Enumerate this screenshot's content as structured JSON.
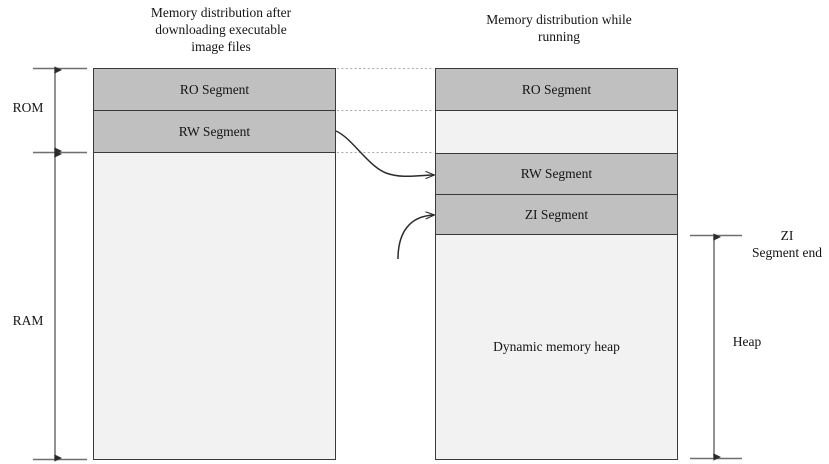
{
  "diagram": {
    "title_left": "Memory distribution after\ndownloading executable\nimage files",
    "title_right": "Memory distribution while\nrunning",
    "colors": {
      "segment_fill": "#c0c0c0",
      "free_fill": "#f2f2f2",
      "outline": "#3a3a3a",
      "connector": "#9a9a9a",
      "arrow": "#3a3a3a",
      "text": "#141414",
      "background": "#ffffff"
    },
    "left_column": {
      "name": "memory distribution after downloading executable image files",
      "segments": [
        {
          "label": "RO Segment",
          "filled": true
        },
        {
          "label": "RW Segment",
          "filled": true
        },
        {
          "label": "",
          "filled": false
        }
      ]
    },
    "right_column": {
      "name": "memory distribution while running",
      "segments": [
        {
          "label": "RO Segment",
          "filled": true
        },
        {
          "label": "",
          "filled": false
        },
        {
          "label": "RW Segment",
          "filled": true
        },
        {
          "label": "ZI Segment",
          "filled": true
        },
        {
          "label": "Dynamic memory heap",
          "filled": false
        }
      ]
    },
    "left_dimensions": [
      {
        "label": "ROM"
      },
      {
        "label": "RAM"
      }
    ],
    "right_dimensions": [
      {
        "label": "ZI\nSegment end"
      },
      {
        "label": "Heap"
      }
    ]
  }
}
